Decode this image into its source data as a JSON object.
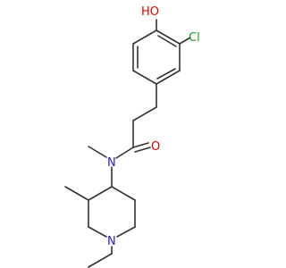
{
  "atoms": {
    "hydroxyl": {
      "text": "HO",
      "color": "#e00000"
    },
    "chlorine": {
      "text": "Cl",
      "color": "#1ca01c"
    },
    "carbonyl_oxygen": {
      "text": "O",
      "color": "#e00000"
    },
    "amide_nitrogen": {
      "text": "N",
      "color": "#2020e0"
    },
    "ring_nitrogen": {
      "text": "N",
      "color": "#2020e0"
    }
  },
  "bond_color": "#333333"
}
